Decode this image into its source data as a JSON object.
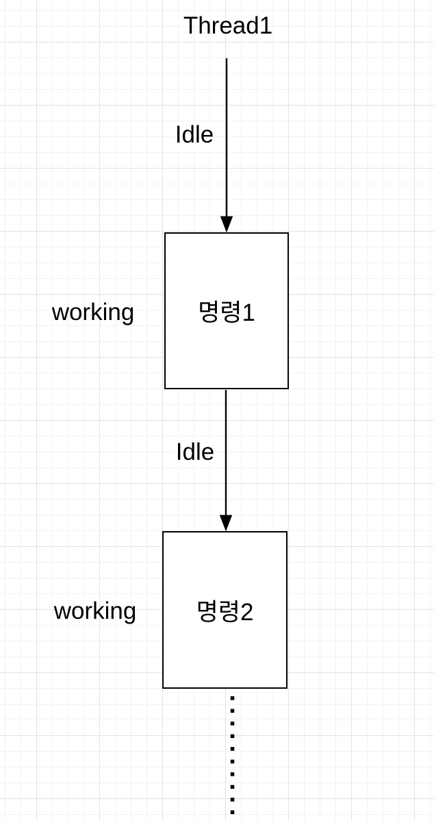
{
  "canvas": {
    "background_color": "#ffffff",
    "grid_minor_color": "#f2f2f4",
    "grid_major_color": "#e2e2e4"
  },
  "diagram": {
    "title": "Thread1",
    "nodes": [
      {
        "label": "명령1",
        "shape": "rectangle",
        "fill": "#ffffff",
        "stroke": "#000000"
      },
      {
        "label": "명령2",
        "shape": "rectangle",
        "fill": "#ffffff",
        "stroke": "#000000"
      }
    ],
    "edges": [
      {
        "label": "Idle",
        "style": "solid-arrow",
        "color": "#000000"
      },
      {
        "label": "Idle",
        "style": "solid-arrow",
        "color": "#000000"
      },
      {
        "style": "dotted-line",
        "color": "#000000"
      }
    ],
    "side_labels": [
      {
        "text": "working"
      },
      {
        "text": "working"
      }
    ]
  }
}
